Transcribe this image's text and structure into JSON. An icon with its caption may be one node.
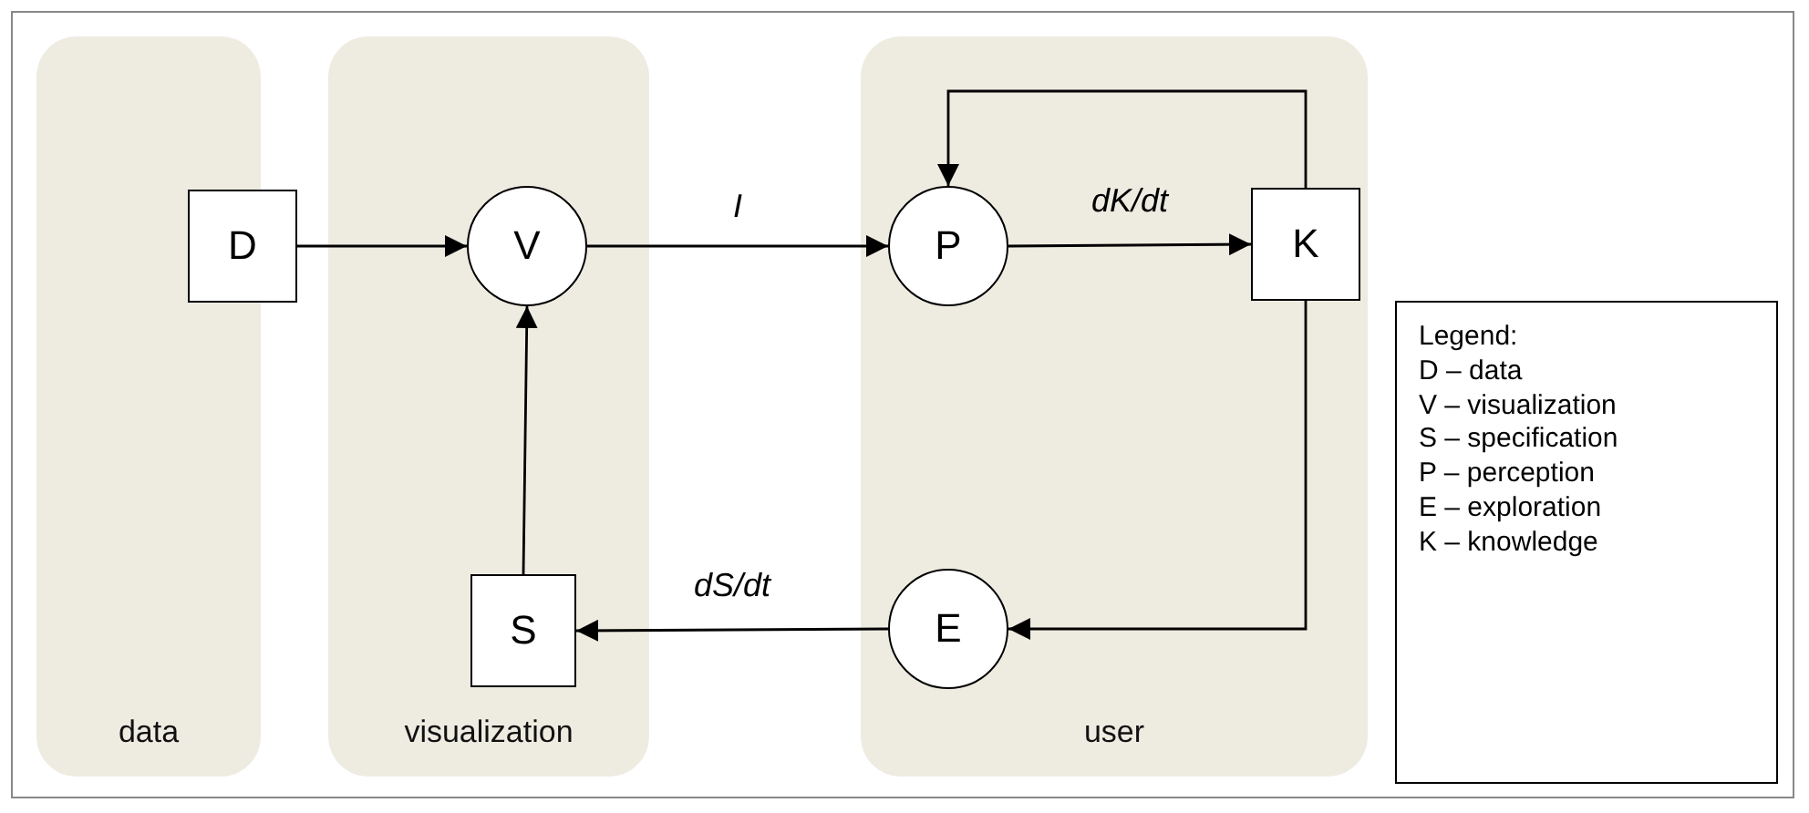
{
  "diagram": {
    "nodes": [
      {
        "text": [
          "data"
        ]
      },
      {
        "text": [
          "visualization"
        ]
      },
      {
        "text": [
          "user"
        ]
      },
      {
        "text": [
          "D"
        ]
      },
      {
        "text": [
          "V"
        ],
        "in": 1
      },
      {
        "text": [
          "S"
        ],
        "in": 1
      },
      {
        "text": [
          "P"
        ],
        "in": 2
      },
      {
        "text": [
          "K"
        ],
        "in": 2
      },
      {
        "text": [
          "E"
        ],
        "in": 2
      },
      {
        "text": [
          "Legend:",
          "D – data",
          "V – visualization",
          "S – specification",
          "P – perception",
          "E – exploration",
          "K – knowledge"
        ]
      }
    ],
    "edges": [
      {
        "from": 3,
        "to": 4,
        "arrow": "to"
      },
      {
        "from": 5,
        "to": 4,
        "arrow": "to"
      },
      {
        "from": 4,
        "to": 6,
        "arrow": "to",
        "label": "I"
      },
      {
        "from": 6,
        "to": 7,
        "arrow": "to",
        "label": "dK/dt"
      },
      {
        "from": 7,
        "to": 6,
        "arrow": "to"
      },
      {
        "from": 7,
        "to": 8,
        "arrow": "to"
      },
      {
        "from": 8,
        "to": 5,
        "arrow": "to",
        "label": "dS/dt"
      }
    ]
  }
}
